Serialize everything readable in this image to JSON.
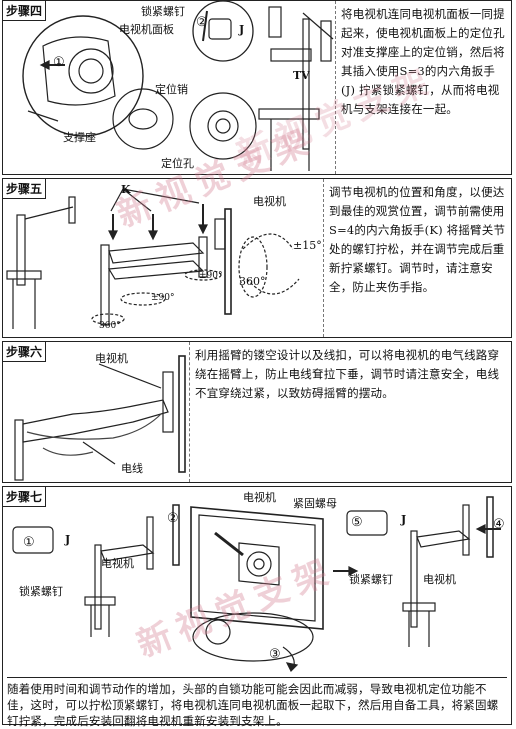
{
  "steps": [
    {
      "title": "步骤四",
      "text": "将电视机连同电视机面板一同提起来，使电视机面板上的定位孔对准支撑座上的定位销，然后将其插入使用S=3的内六角扳手(J) 拧紧锁紧螺钉，从而将电视机与支架连接在一起。",
      "labels": {
        "screw": "锁紧螺钉",
        "panel": "电视机面板",
        "pin": "定位销",
        "seat": "支撑座",
        "hole": "定位孔",
        "tv": "TV",
        "j": "J",
        "n1": "①",
        "n2": "②"
      }
    },
    {
      "title": "步骤五",
      "text": "调节电视机的位置和角度，以便达到最佳的观赏位置，调节前需使用S=4的内六角扳手(K) 将摇臂关节处的螺钉拧松，并在调节完成后重新拧紧螺钉。调节时，请注意安全，防止夹伤手指。",
      "labels": {
        "k": "K",
        "tv": "电视机",
        "tilt": "±15°",
        "rot": "360°",
        "a1": "±90°",
        "a2": "±90°",
        "a3": "360°"
      }
    },
    {
      "title": "步骤六",
      "text": "利用摇臂的镂空设计以及线扣，可以将电视机的电气线路穿绕在摇臂上，防止电线耷拉下垂，调节时请注意安全，电线不宜穿绕过紧，以致妨碍摇臂的摆动。",
      "labels": {
        "tv": "电视机",
        "wire": "电线"
      }
    },
    {
      "title": "步骤七",
      "text": "随着使用时间和调节动作的增加，头部的自锁功能可能会因此而减弱，导致电视机定位功能不佳，这时，可以拧松顶紧螺钉，将电视机连同电视机面板一起取下，然后用自备工具，将紧固螺钉拧紧，完成后安装回翻将电视机重新安装到支架上。",
      "labels": {
        "tv1": "电视机",
        "tv2": "电视机",
        "tv3": "电视机",
        "nut": "紧固螺母",
        "screw1": "锁紧螺钉",
        "screw2": "锁紧螺钉",
        "j1": "J",
        "j2": "J",
        "n1": "①",
        "n2": "②",
        "n3": "③",
        "n4": "④",
        "n5": "⑤"
      }
    }
  ],
  "watermark": "新视觉支架"
}
